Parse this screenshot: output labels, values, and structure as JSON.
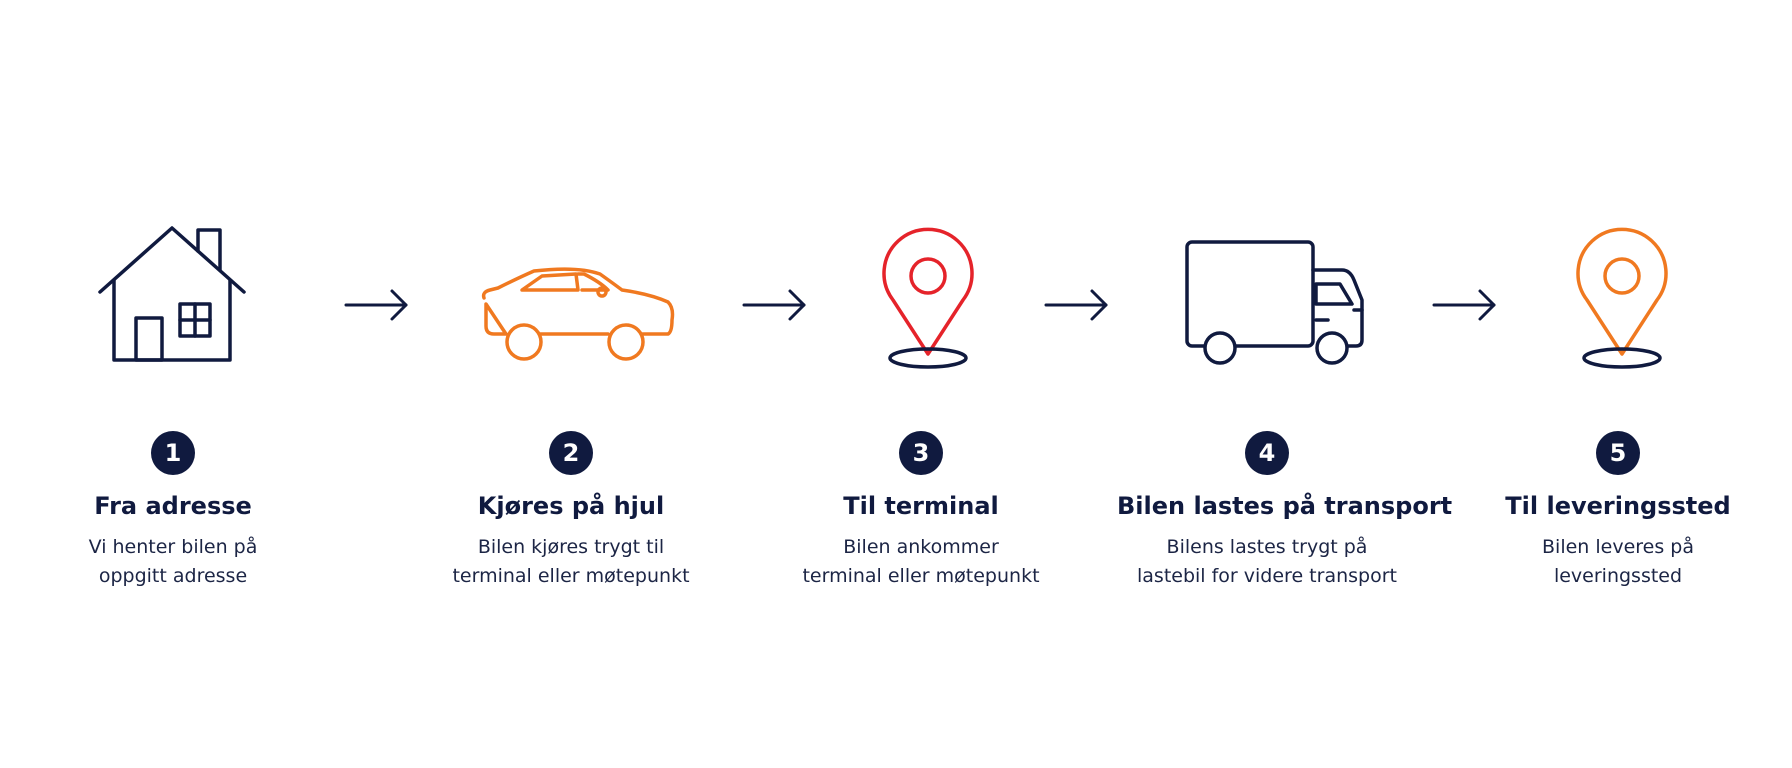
{
  "colors": {
    "navy": "#101a3f",
    "orange": "#f07920",
    "red": "#e5232a"
  },
  "steps": [
    {
      "number": "1",
      "icon": "house-icon",
      "title": "Fra adresse",
      "desc_line1": "Vi henter bilen på",
      "desc_line2": "oppgitt adresse"
    },
    {
      "number": "2",
      "icon": "car-icon",
      "title": "Kjøres på hjul",
      "desc_line1": "Bilen kjøres trygt til",
      "desc_line2": "terminal eller møtepunkt"
    },
    {
      "number": "3",
      "icon": "location-pin-icon",
      "title": "Til terminal",
      "desc_line1": "Bilen ankommer",
      "desc_line2": "terminal eller møtepunkt"
    },
    {
      "number": "4",
      "icon": "truck-icon",
      "title": "Bilen lastes på transport",
      "desc_line1": "Bilens lastes trygt på",
      "desc_line2": "lastebil for videre transport"
    },
    {
      "number": "5",
      "icon": "location-pin-icon",
      "title": "Til leveringssted",
      "desc_line1": "Bilen leveres på",
      "desc_line2": "leveringssted"
    }
  ]
}
